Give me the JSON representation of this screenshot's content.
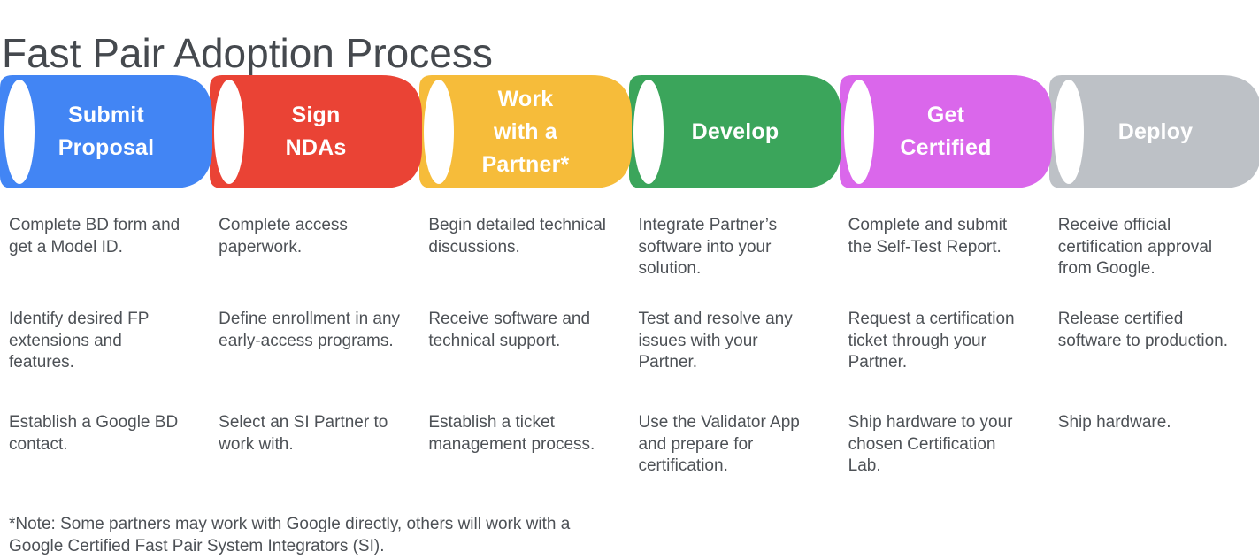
{
  "title": "Fast Pair Adoption Process",
  "stages": [
    {
      "name": "submit-proposal",
      "label": "Submit\nProposal",
      "color": "#4285F4",
      "steps": [
        "Complete BD form and get a Model ID.",
        "Identify desired FP extensions and features.",
        "Establish a Google BD contact."
      ]
    },
    {
      "name": "sign-ndas",
      "label": "Sign\nNDAs",
      "color": "#EA4335",
      "steps": [
        "Complete access paperwork.",
        "Define enrollment in any early-access programs.",
        "Select an SI Partner to work with."
      ]
    },
    {
      "name": "work-with-a-partner",
      "label": "Work\nwith a\nPartner*",
      "color": "#F6BC3A",
      "steps": [
        "Begin detailed technical discussions.",
        "Receive software and technical support.",
        "Establish a ticket management process."
      ]
    },
    {
      "name": "develop",
      "label": "Develop",
      "color": "#3BA55B",
      "steps": [
        "Integrate Partner’s software into your solution.",
        "Test and resolve any issues with your Partner.",
        "Use the Validator App and prepare for certification."
      ]
    },
    {
      "name": "get-certified",
      "label": "Get\nCertified",
      "color": "#DA67EB",
      "steps": [
        "Complete and submit the Self-Test Report.",
        "Request a certification ticket through your Partner.",
        "Ship hardware to your chosen Certification Lab."
      ]
    },
    {
      "name": "deploy",
      "label": "Deploy",
      "color": "#BDC1C6",
      "steps": [
        "Receive official certification approval from Google.",
        "Release certified software to production.",
        "Ship hardware."
      ]
    }
  ],
  "footnote": "*Note: Some partners may work with Google directly, others will work with a\nGoogle Certified Fast Pair System Integrators (SI)."
}
